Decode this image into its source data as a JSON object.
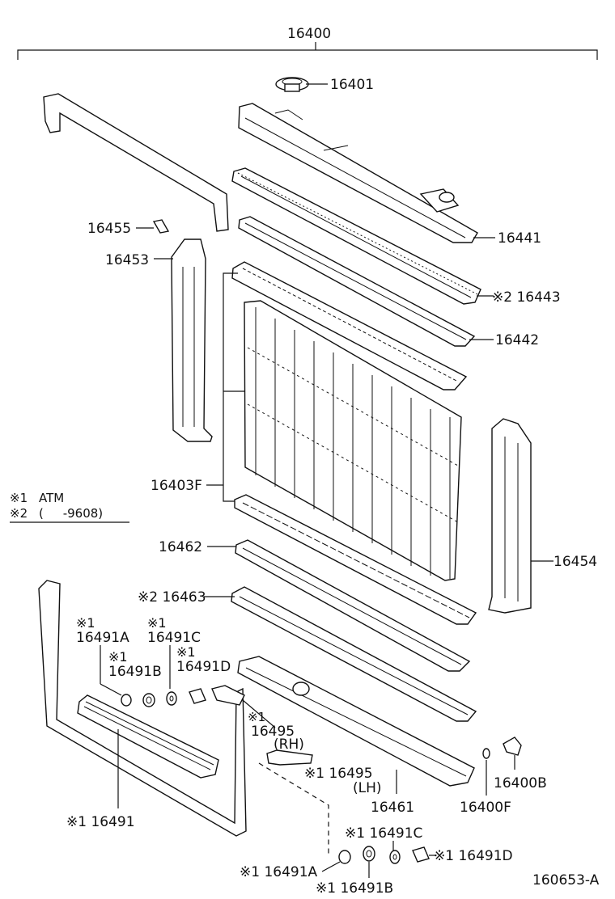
{
  "assembly_label": "16400",
  "catalog_id": "160653-A",
  "notes": [
    {
      "mark": "※1",
      "text": "ATM"
    },
    {
      "mark": "※2",
      "text": "(     -9608)"
    }
  ],
  "parts": {
    "p16401": "16401",
    "p16441": "16441",
    "p16443": "※2 16443",
    "p16442": "16442",
    "p16455": "16455",
    "p16453": "16453",
    "p16403F": "16403F",
    "p16462": "16462",
    "p16454": "16454",
    "p16463": "※2 16463",
    "p16491A_top": "※1",
    "p16491A": "16491A",
    "p16491C_top": "※1",
    "p16491C": "16491C",
    "p16491B_top": "※1",
    "p16491B": "16491B",
    "p16491D_top": "※1",
    "p16491D": "16491D",
    "p16495_mark": "※1",
    "p16495": "16495",
    "p16495_rh": "(RH)",
    "p16495_lh_num": "※1 16495",
    "p16495_lh": "(LH)",
    "p16491": "※1 16491",
    "p16461": "16461",
    "p16400F": "16400F",
    "p16400B": "16400B",
    "p16491C_low": "※1 16491C",
    "p16491D_low": "※1 16491D",
    "p16491A_low": "※1 16491A",
    "p16491B_low": "※1 16491B"
  }
}
